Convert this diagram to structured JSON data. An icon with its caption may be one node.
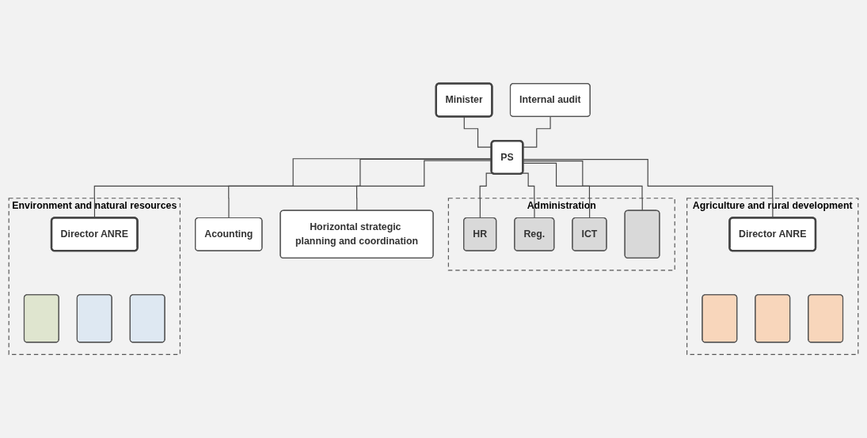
{
  "diagram": {
    "nodes": [
      {
        "text": [
          "Minister"
        ]
      },
      {
        "text": [
          "Internal audit"
        ]
      },
      {
        "text": [
          "PS"
        ]
      },
      {
        "text": [
          "Acounting"
        ]
      },
      {
        "text": [
          "Horizontal strategic planning and coordination"
        ]
      },
      {
        "text": [
          "Agriculture and rural development"
        ]
      },
      {
        "text": [
          "Director ANRE"
        ],
        "in": 5
      },
      {
        "text": [],
        "shape": "box",
        "in": 5
      },
      {
        "text": [],
        "shape": "box",
        "in": 5
      },
      {
        "text": [],
        "shape": "box",
        "in": 5
      },
      {
        "text": [
          "Administration"
        ]
      },
      {
        "text": [
          "HR"
        ],
        "in": 10
      },
      {
        "text": [
          "Reg."
        ],
        "in": 10
      },
      {
        "text": [
          "ICT"
        ],
        "in": 10
      },
      {
        "text": [],
        "shape": "box",
        "in": 10
      },
      {
        "text": [
          "Environment and natural resources"
        ]
      },
      {
        "text": [
          "Director ANRE"
        ],
        "in": 15
      },
      {
        "text": [],
        "shape": "box",
        "in": 15
      },
      {
        "text": [],
        "shape": "box",
        "in": 15
      },
      {
        "text": [],
        "shape": "box",
        "in": 15
      }
    ],
    "edges": [
      {
        "from": 0,
        "to": 2,
        "arrow": "none"
      },
      {
        "from": 1,
        "to": 2,
        "arrow": "none"
      },
      {
        "from": 2,
        "to": 3,
        "arrow": "none"
      },
      {
        "from": 2,
        "to": 4,
        "arrow": "none"
      },
      {
        "from": 2,
        "to": 6,
        "arrow": "none"
      },
      {
        "from": 2,
        "to": 11,
        "arrow": "none"
      },
      {
        "from": 2,
        "to": 12,
        "arrow": "none"
      },
      {
        "from": 2,
        "to": 13,
        "arrow": "none"
      },
      {
        "from": 2,
        "to": 14,
        "arrow": "none"
      },
      {
        "from": 2,
        "to": 16,
        "arrow": "none"
      }
    ]
  }
}
